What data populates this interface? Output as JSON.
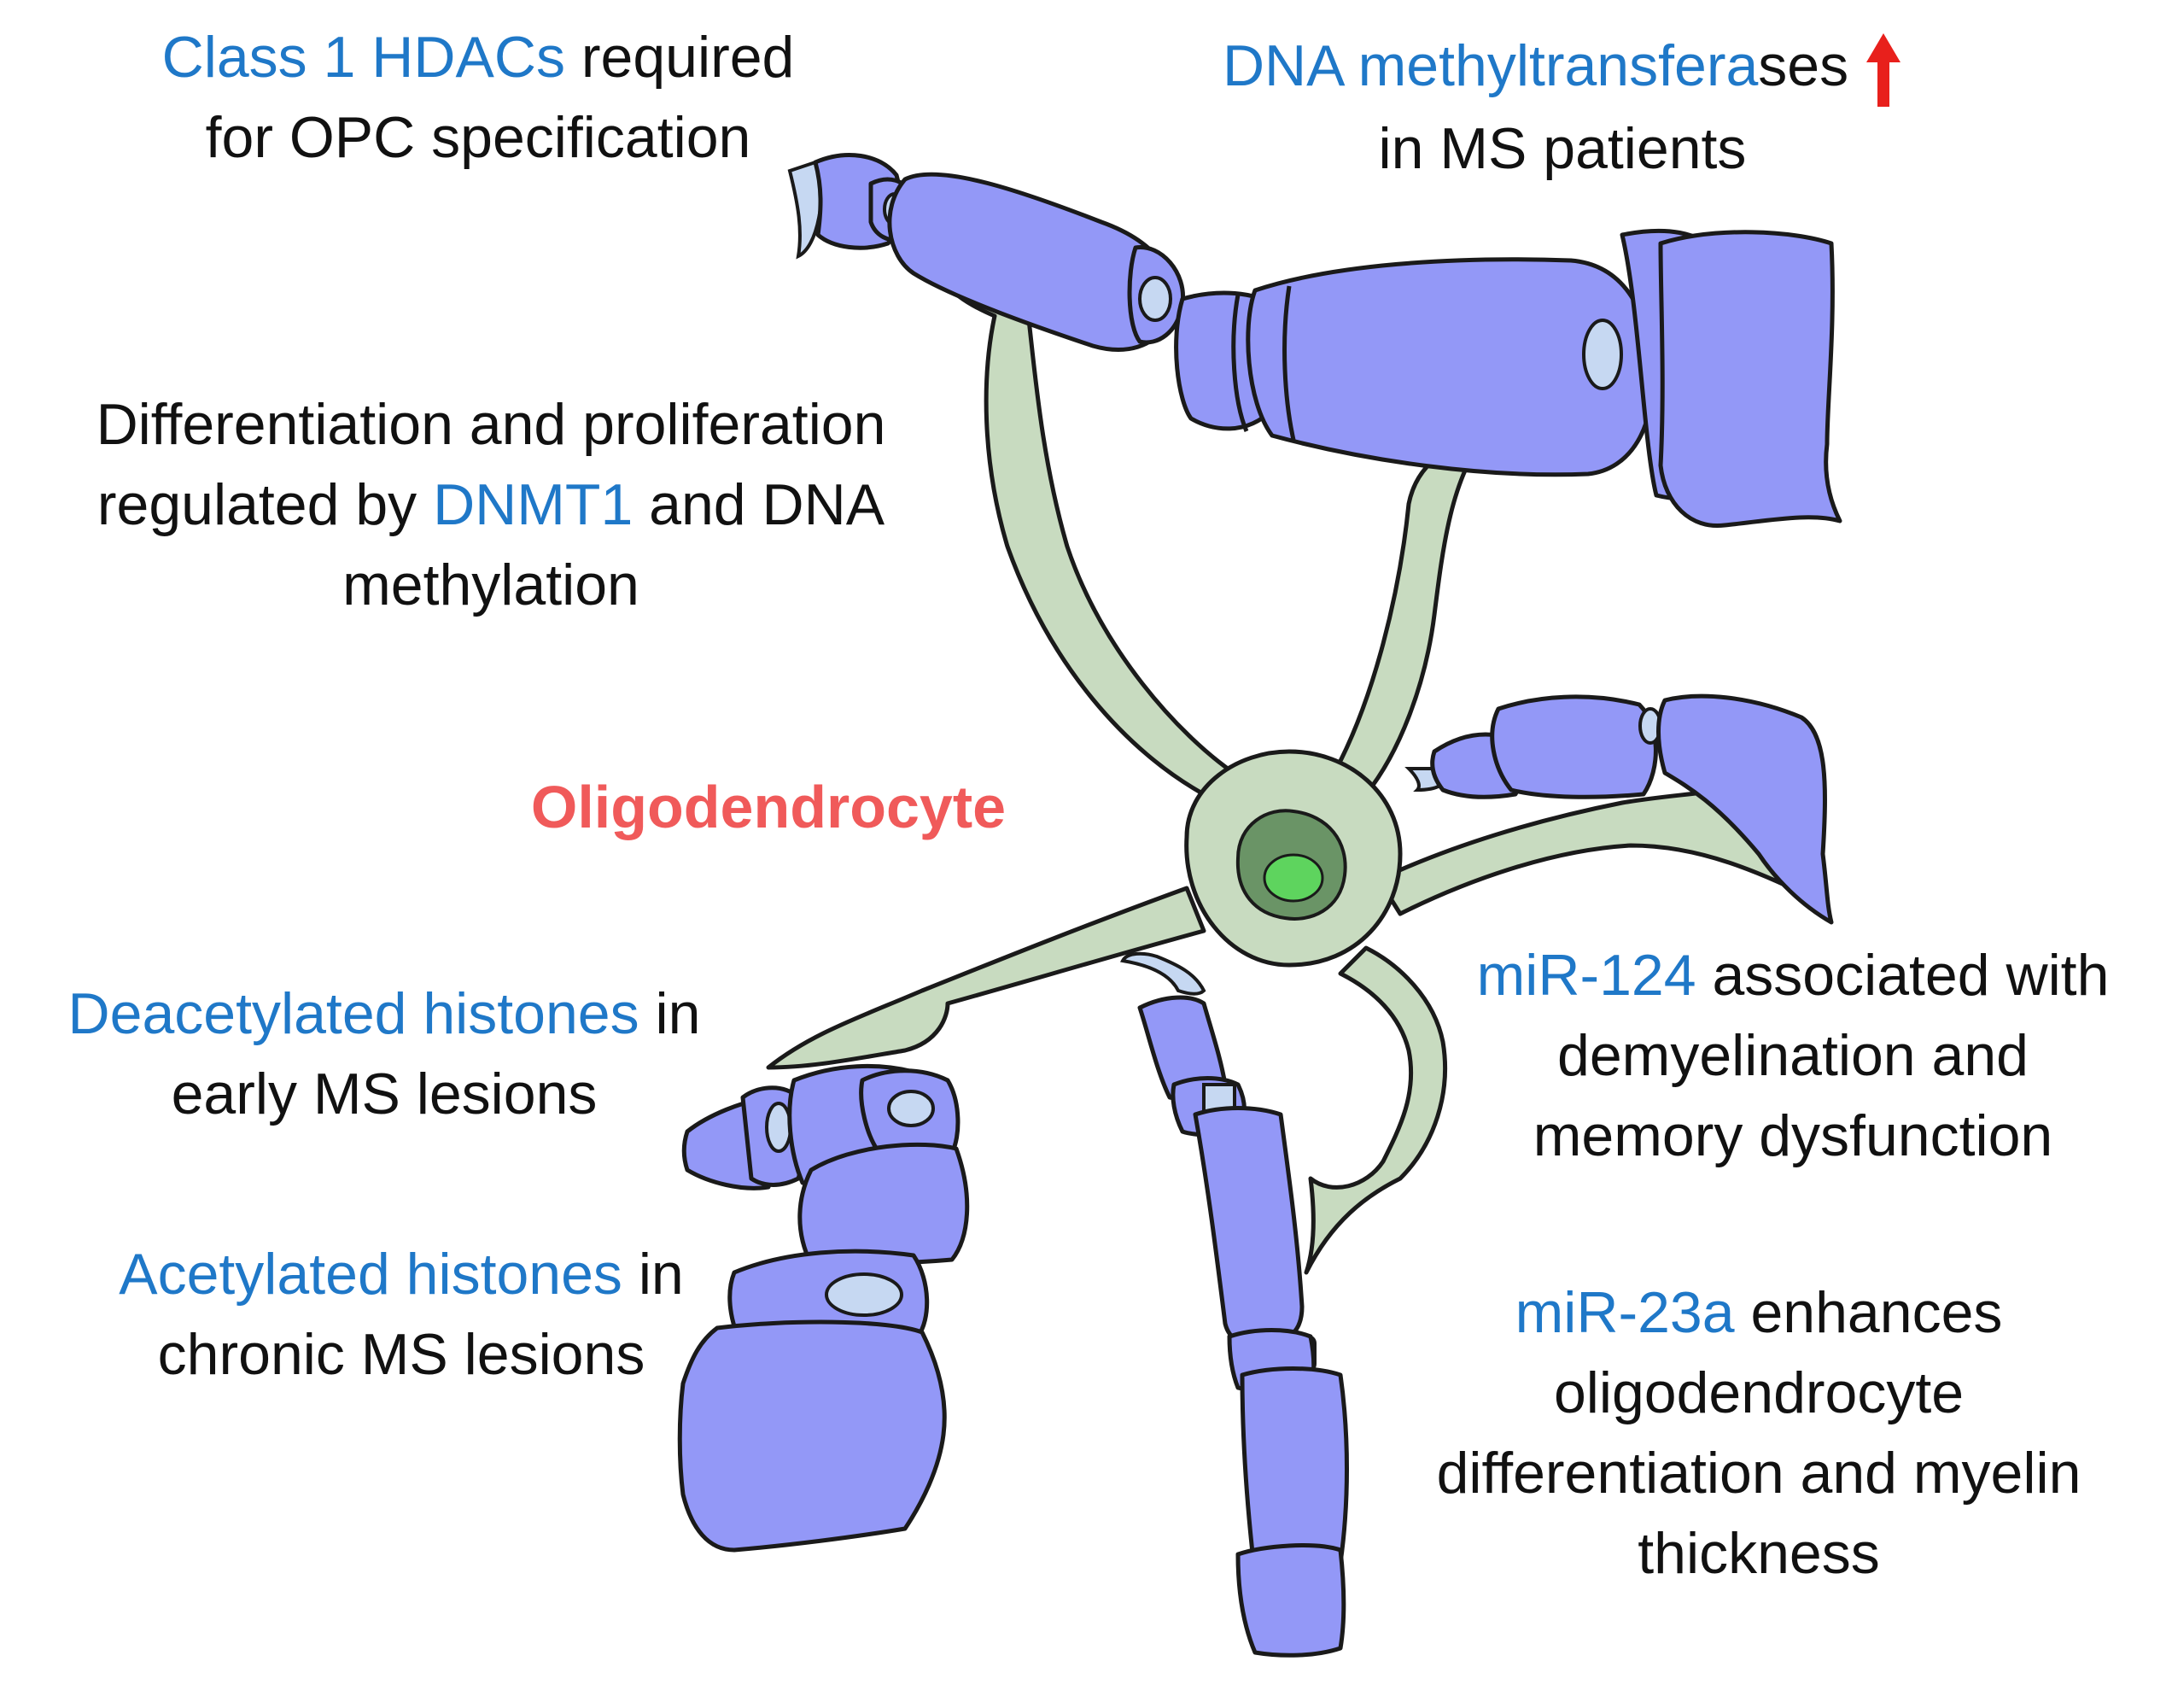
{
  "title": "Oligodendrocyte",
  "labels": {
    "hdac": {
      "line1_hl": "Class 1 HDACs",
      "line1_rest": " required",
      "line2": "for OPC specification"
    },
    "dnmt": {
      "line1_hl": "DNA methyltransfera",
      "line1_rest": "ses",
      "line2": "in MS patients"
    },
    "diff": {
      "line1": "Differentiation and proliferation",
      "line2_pre": "regulated by ",
      "line2_hl": "DNMT1",
      "line2_post": " and DNA",
      "line3": "methylation"
    },
    "deac": {
      "line1_hl": "Deacetylated histones",
      "line1_rest": " in",
      "line2": "early MS lesions"
    },
    "acet": {
      "line1_hl": "Acetylated histones",
      "line1_rest": " in",
      "line2": "chronic MS lesions"
    },
    "mir124": {
      "line1_hl": "miR-124",
      "line1_rest": " associated with",
      "line2": "demyelination and",
      "line3": "memory dysfunction"
    },
    "mir23a": {
      "line1_hl": "miR-23a",
      "line1_rest": " enhances",
      "line2": "oligodendrocyte",
      "line3": "differentiation and myelin",
      "line4": "thickness"
    }
  },
  "colors": {
    "highlight_text": "#1f78c8",
    "title_text": "#f05a5a",
    "up_arrow": "#e8201c",
    "myelin": "#9398f7",
    "myelin_stroke": "#1a1a1a",
    "axon": "#c6d8f2",
    "cytoplasm": "#c8dbc0",
    "nucleus": "#6a9466",
    "nucleolus": "#5ed45e"
  },
  "icons": {
    "up_arrow": "arrow-up-icon"
  }
}
